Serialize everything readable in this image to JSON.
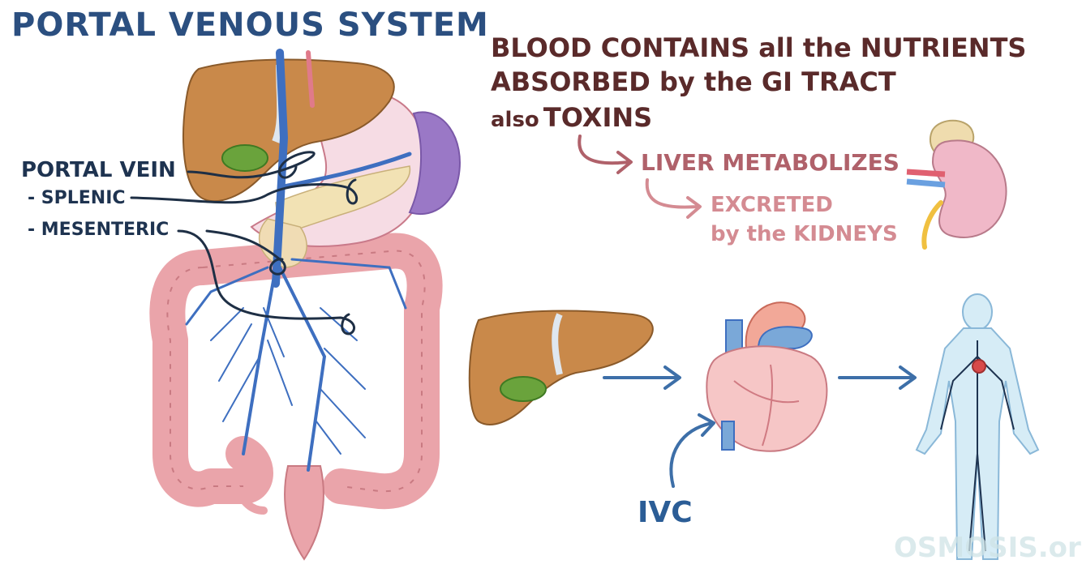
{
  "title": "PORTAL VENOUS SYSTEM",
  "labels": {
    "portal_vein": "PORTAL VEIN",
    "splenic": "- SPLENIC",
    "mesenteric": "- MESENTERIC"
  },
  "notes": {
    "line1": "BLOOD CONTAINS all the NUTRIENTS",
    "line2": "ABSORBED by the GI TRACT",
    "line3_prefix": "also",
    "line3_bold": "TOXINS",
    "liver": "LIVER METABOLIZES",
    "excreted1": "EXCRETED",
    "excreted2": "by the KIDNEYS"
  },
  "ivc": "IVC",
  "watermark": "OSMOSIS.org",
  "colors": {
    "title": "#2b4f80",
    "label": "#1e3350",
    "maroon": "#5a2a2a",
    "rose_dark": "#b0616a",
    "rose_light": "#d48b92",
    "arrow_blue": "#3d6fa8",
    "liver": "#c9894a",
    "gallbladder": "#6aa33c",
    "intestine": "#eaa4aa",
    "vein": "#3e6fc0",
    "spleen": "#9a78c6"
  }
}
